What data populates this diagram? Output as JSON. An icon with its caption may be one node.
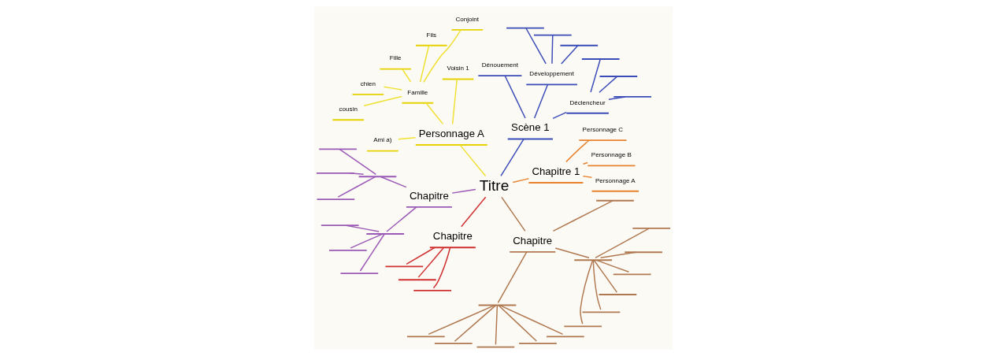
{
  "diagram": {
    "nodes": [
      {
        "text": [
          "Titre"
        ]
      },
      {
        "text": [
          "Chapitre 1"
        ]
      },
      {
        "text": [
          "Personnage A"
        ]
      },
      {
        "text": [
          "Personnage B"
        ]
      },
      {
        "text": [
          "Personnage C"
        ]
      },
      {
        "text": [
          "Scène 1"
        ]
      },
      {
        "text": [
          "Déclencheur"
        ]
      },
      {
        "text": [],
        "shape": "line"
      },
      {
        "text": [],
        "shape": "line"
      },
      {
        "text": [],
        "shape": "line"
      },
      {
        "text": [
          "Développement"
        ]
      },
      {
        "text": [],
        "shape": "line"
      },
      {
        "text": [],
        "shape": "line"
      },
      {
        "text": [],
        "shape": "line"
      },
      {
        "text": [
          "Dénouement"
        ]
      },
      {
        "text": [
          "Personnage A"
        ]
      },
      {
        "text": [
          "Voisin 1"
        ]
      },
      {
        "text": [
          "Famille"
        ]
      },
      {
        "text": [
          "Conjoint"
        ]
      },
      {
        "text": [
          "Fils"
        ]
      },
      {
        "text": [
          "Fille"
        ]
      },
      {
        "text": [
          "chien"
        ]
      },
      {
        "text": [
          "cousin"
        ]
      },
      {
        "text": [
          "Ami a)"
        ]
      },
      {
        "text": [
          "Chapitre"
        ]
      },
      {
        "text": [],
        "shape": "line"
      },
      {
        "text": [],
        "shape": "line"
      },
      {
        "text": [],
        "shape": "line"
      },
      {
        "text": [],
        "shape": "line"
      },
      {
        "text": [],
        "shape": "line"
      },
      {
        "text": [],
        "shape": "line"
      },
      {
        "text": [],
        "shape": "line"
      },
      {
        "text": [],
        "shape": "line"
      },
      {
        "text": [
          "Chapitre"
        ]
      },
      {
        "text": [],
        "shape": "line"
      },
      {
        "text": [],
        "shape": "line"
      },
      {
        "text": [],
        "shape": "line"
      },
      {
        "text": [
          "Chapitre"
        ]
      },
      {
        "text": [],
        "shape": "line"
      },
      {
        "text": [],
        "shape": "line"
      },
      {
        "text": [],
        "shape": "line"
      },
      {
        "text": [],
        "shape": "line"
      },
      {
        "text": [],
        "shape": "line"
      },
      {
        "text": [],
        "shape": "line"
      },
      {
        "text": [],
        "shape": "line"
      },
      {
        "text": [],
        "shape": "line"
      },
      {
        "text": [],
        "shape": "line"
      },
      {
        "text": [],
        "shape": "line"
      },
      {
        "text": [],
        "shape": "line"
      },
      {
        "text": [],
        "shape": "line"
      },
      {
        "text": [],
        "shape": "line"
      },
      {
        "text": [],
        "shape": "line"
      }
    ],
    "edges": [
      {
        "from": 0,
        "to": 1,
        "arrow": "none",
        "color": "#e8822e"
      },
      {
        "from": 1,
        "to": 2,
        "arrow": "none",
        "color": "#e8822e"
      },
      {
        "from": 1,
        "to": 3,
        "arrow": "none",
        "color": "#e8822e"
      },
      {
        "from": 1,
        "to": 4,
        "arrow": "none",
        "color": "#e8822e"
      },
      {
        "from": 0,
        "to": 5,
        "arrow": "none",
        "color": "#3b4cb8"
      },
      {
        "from": 5,
        "to": 6,
        "arrow": "none",
        "color": "#3b4cb8"
      },
      {
        "from": 6,
        "to": 7,
        "arrow": "none",
        "color": "#3b4cb8"
      },
      {
        "from": 6,
        "to": 8,
        "arrow": "none",
        "color": "#3b4cb8"
      },
      {
        "from": 6,
        "to": 9,
        "arrow": "none",
        "color": "#3b4cb8"
      },
      {
        "from": 5,
        "to": 10,
        "arrow": "none",
        "color": "#3b4cb8"
      },
      {
        "from": 10,
        "to": 11,
        "arrow": "none",
        "color": "#3b4cb8"
      },
      {
        "from": 10,
        "to": 12,
        "arrow": "none",
        "color": "#3b4cb8"
      },
      {
        "from": 10,
        "to": 13,
        "arrow": "none",
        "color": "#3b4cb8"
      },
      {
        "from": 5,
        "to": 14,
        "arrow": "none",
        "color": "#3b4cb8"
      },
      {
        "from": 0,
        "to": 15,
        "arrow": "none",
        "color": "#f0e030"
      },
      {
        "from": 15,
        "to": 16,
        "arrow": "none",
        "color": "#f0e030"
      },
      {
        "from": 15,
        "to": 17,
        "arrow": "none",
        "color": "#f0e030"
      },
      {
        "from": 17,
        "to": 18,
        "arrow": "none",
        "color": "#f0e030"
      },
      {
        "from": 17,
        "to": 19,
        "arrow": "none",
        "color": "#f0e030"
      },
      {
        "from": 17,
        "to": 20,
        "arrow": "none",
        "color": "#f0e030"
      },
      {
        "from": 17,
        "to": 21,
        "arrow": "none",
        "color": "#f0e030"
      },
      {
        "from": 17,
        "to": 22,
        "arrow": "none",
        "color": "#f0e030"
      },
      {
        "from": 15,
        "to": 23,
        "arrow": "none",
        "color": "#f0e030"
      },
      {
        "from": 0,
        "to": 24,
        "arrow": "none",
        "color": "#9b59b6"
      },
      {
        "from": 24,
        "to": 25,
        "arrow": "none",
        "color": "#9b59b6"
      },
      {
        "from": 24,
        "to": 26,
        "arrow": "none",
        "color": "#9b59b6"
      },
      {
        "from": 25,
        "to": 27,
        "arrow": "none",
        "color": "#9b59b6"
      },
      {
        "from": 25,
        "to": 28,
        "arrow": "none",
        "color": "#9b59b6"
      },
      {
        "from": 25,
        "to": 29,
        "arrow": "none",
        "color": "#9b59b6"
      },
      {
        "from": 26,
        "to": 30,
        "arrow": "none",
        "color": "#9b59b6"
      },
      {
        "from": 26,
        "to": 31,
        "arrow": "none",
        "color": "#9b59b6"
      },
      {
        "from": 26,
        "to": 32,
        "arrow": "none",
        "color": "#9b59b6"
      },
      {
        "from": 0,
        "to": 33,
        "arrow": "none",
        "color": "#d03030"
      },
      {
        "from": 33,
        "to": 34,
        "arrow": "none",
        "color": "#d03030"
      },
      {
        "from": 33,
        "to": 35,
        "arrow": "none",
        "color": "#d03030"
      },
      {
        "from": 33,
        "to": 36,
        "arrow": "none",
        "color": "#d03030"
      },
      {
        "from": 0,
        "to": 37,
        "arrow": "none",
        "color": "#b07850"
      },
      {
        "from": 37,
        "to": 38,
        "arrow": "none",
        "color": "#b07850"
      },
      {
        "from": 37,
        "to": 39,
        "arrow": "none",
        "color": "#b07850"
      },
      {
        "from": 37,
        "to": 40,
        "arrow": "none",
        "color": "#b07850"
      },
      {
        "from": 38,
        "to": 41,
        "arrow": "none",
        "color": "#b07850"
      },
      {
        "from": 38,
        "to": 42,
        "arrow": "none",
        "color": "#b07850"
      },
      {
        "from": 38,
        "to": 43,
        "arrow": "none",
        "color": "#b07850"
      },
      {
        "from": 38,
        "to": 44,
        "arrow": "none",
        "color": "#b07850"
      },
      {
        "from": 38,
        "to": 45,
        "arrow": "none",
        "color": "#b07850"
      },
      {
        "from": 39,
        "to": 46,
        "arrow": "none",
        "color": "#b07850"
      },
      {
        "from": 39,
        "to": 47,
        "arrow": "none",
        "color": "#b07850"
      },
      {
        "from": 39,
        "to": 48,
        "arrow": "none",
        "color": "#b07850"
      },
      {
        "from": 39,
        "to": 49,
        "arrow": "none",
        "color": "#b07850"
      },
      {
        "from": 39,
        "to": 50,
        "arrow": "none",
        "color": "#b07850"
      },
      {
        "from": 39,
        "to": 51,
        "arrow": "none",
        "color": "#b07850"
      }
    ]
  }
}
